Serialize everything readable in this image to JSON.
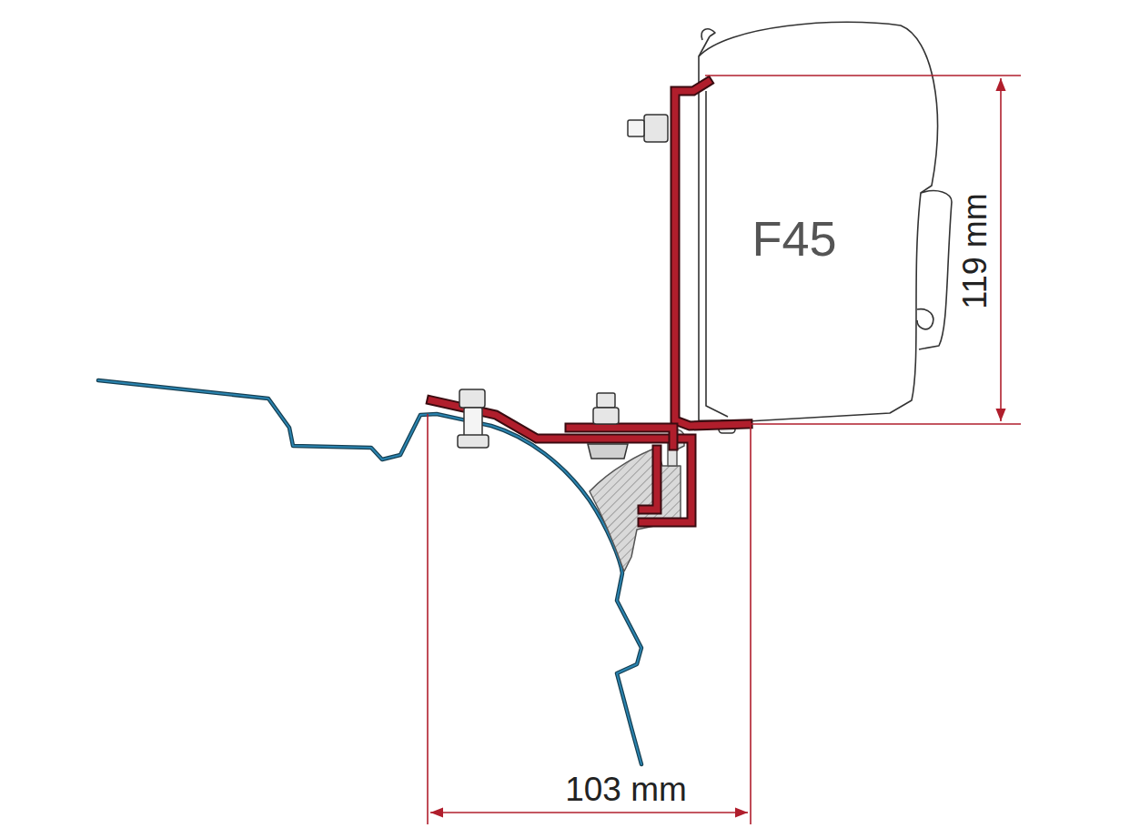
{
  "diagram": {
    "labels": [
      "F45",
      "119 mm",
      "103 mm"
    ]
  }
}
